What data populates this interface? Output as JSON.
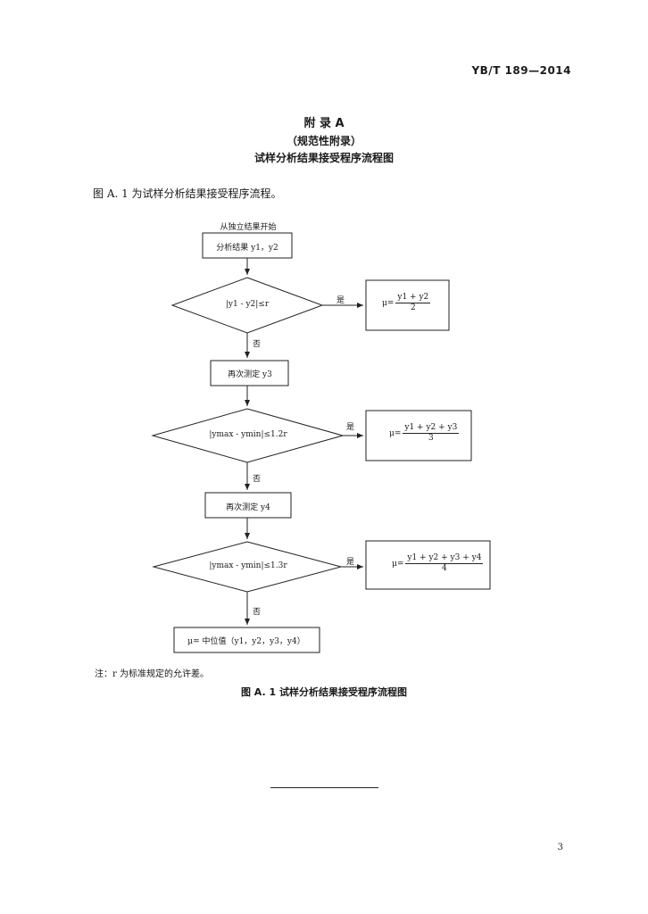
{
  "header": {
    "standard_code": "YB/T 189—2014"
  },
  "annex": {
    "heading": "附  录  A",
    "type": "（规范性附录）",
    "title": "试样分析结果接受程序流程图"
  },
  "intro_text": "图 A. 1 为试样分析结果接受程序流程。",
  "flowchart": {
    "start_label": "从独立结果开始",
    "box1": "分析结果 y1，y2",
    "decision1": "|y1 - y2|≤r",
    "result1_prefix": "μ=",
    "result1_numerator": "y1 + y2",
    "result1_denominator": "2",
    "yes_label_1": "是",
    "no_label_1": "否",
    "box2": "再次测定 y3",
    "decision2": "|ymax - ymin|≤1.2r",
    "result2_prefix": "μ=",
    "result2_numerator": "y1 + y2 + y3",
    "result2_denominator": "3",
    "yes_label_2": "是",
    "no_label_2": "否",
    "box3": "再次测定 y4",
    "decision3": "|ymax - ymin|≤1.3r",
    "result3_prefix": "μ=",
    "result3_numerator": "y1 + y2 + y3 + y4",
    "result3_denominator": "4",
    "yes_label_3": "是",
    "no_label_3": "否",
    "final_box": "μ= 中位值（y1，y2，y3，y4）"
  },
  "note": "注：r 为标准规定的允许差。",
  "figure_caption": "图 A. 1   试样分析结果接受程序流程图",
  "page_number": "3"
}
